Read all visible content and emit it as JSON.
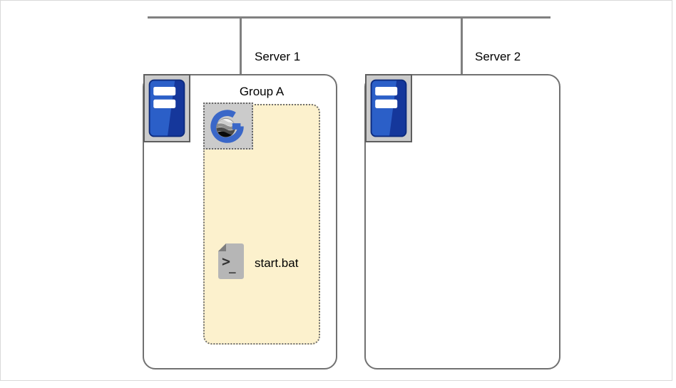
{
  "diagram": {
    "type": "deployment-diagram",
    "nodes": {
      "server1": {
        "label": "Server 1",
        "icon": "server-tower-icon",
        "contains": [
          "group_a"
        ]
      },
      "server2": {
        "label": "Server 2",
        "icon": "server-tower-icon",
        "contains": []
      },
      "group_a": {
        "label": "Group A",
        "logo_icon": "geoserver-logo-icon",
        "contains": [
          "batch_file"
        ]
      },
      "batch_file": {
        "label": "start.bat",
        "icon": "batch-file-icon"
      }
    },
    "network": {
      "bus": "horizontal-line",
      "connections": [
        "Server 1",
        "Server 2"
      ]
    },
    "colors": {
      "line_gray": "#808080",
      "box_border_gray": "#717171",
      "icon_plaque_fill": "#cbcbcb",
      "group_fill": "#FCF1CD",
      "group_border": "#6f6f6f",
      "server_blue_dark": "#15379B",
      "server_blue_light": "#2B5FC8",
      "logo_blue": "#3A67C8",
      "file_gray": "#b6b6b6",
      "frame_border": "#d9d9d9"
    }
  }
}
